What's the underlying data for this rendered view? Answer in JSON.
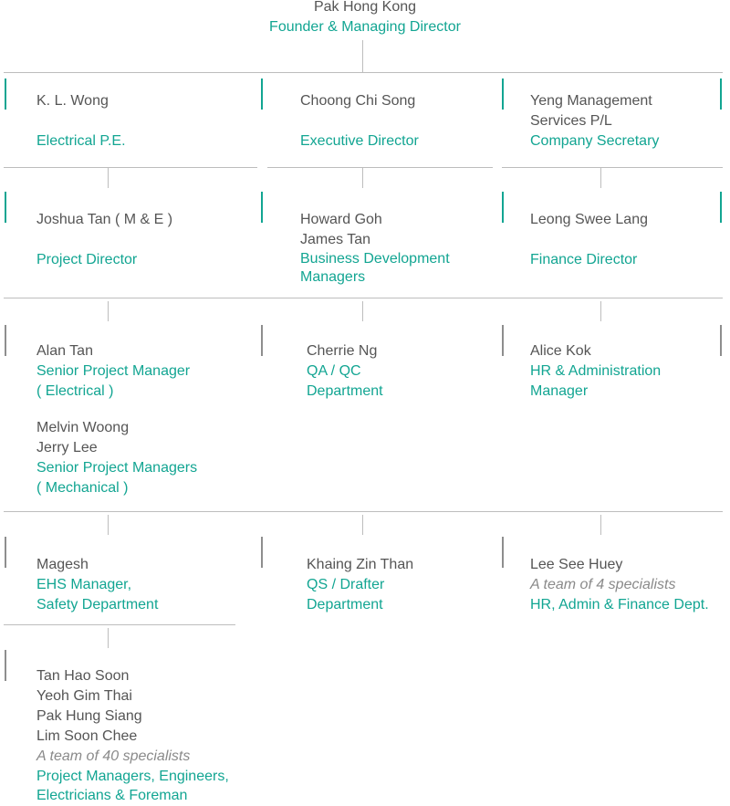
{
  "top": {
    "name": "Pak Hong Kong",
    "role": "Founder & Managing Director"
  },
  "row1": {
    "col1": {
      "name": "K. L. Wong",
      "role": "Electrical P.E."
    },
    "col2": {
      "name": "Choong Chi Song",
      "role": "Executive Director"
    },
    "col3": {
      "name_line1": "Yeng Management",
      "name_line2": "Services P/L",
      "role": "Company Secretary"
    }
  },
  "row2": {
    "col1": {
      "name": "Joshua Tan ( M & E )",
      "role": "Project Director"
    },
    "col2": {
      "name1": "Howard Goh",
      "name2": "James Tan",
      "role_line1": "Business Development",
      "role_line2": "Managers"
    },
    "col3": {
      "name": "Leong Swee Lang",
      "role": "Finance Director"
    }
  },
  "row3": {
    "col1": {
      "name": "Alan Tan",
      "role_line1": "Senior Project Manager",
      "role_line2": "( Electrical )",
      "name2": "Melvin Woong",
      "name3": "Jerry Lee",
      "role2_line1": "Senior Project Managers",
      "role2_line2": "( Mechanical )"
    },
    "col2": {
      "name": "Cherrie Ng",
      "role_line1": "QA / QC",
      "role_line2": "Department"
    },
    "col3": {
      "name": "Alice Kok",
      "role_line1": "HR & Administration",
      "role_line2": "Manager"
    }
  },
  "row4": {
    "col1": {
      "name": "Magesh",
      "role_line1": "EHS Manager,",
      "role_line2": "Safety Department"
    },
    "col2": {
      "name": "Khaing Zin Than",
      "role_line1": "QS / Drafter",
      "role_line2": "Department"
    },
    "col3": {
      "name": "Lee See Huey",
      "note": "A team of 4 specialists",
      "role": "HR, Admin & Finance Dept."
    }
  },
  "row5": {
    "col1": {
      "names": [
        "Tan Hao Soon",
        "Yeoh Gim Thai",
        "Pak Hung Siang",
        "Lim Soon Chee"
      ],
      "note": "A team of 40 specialists",
      "role_line1": "Project Managers, Engineers,",
      "role_line2": "Electricians & Foreman"
    }
  },
  "colors": {
    "accent": "#12a592",
    "name_text": "#555555",
    "connector": "#bdbdbd",
    "muted_bar": "#8e8e8e"
  }
}
